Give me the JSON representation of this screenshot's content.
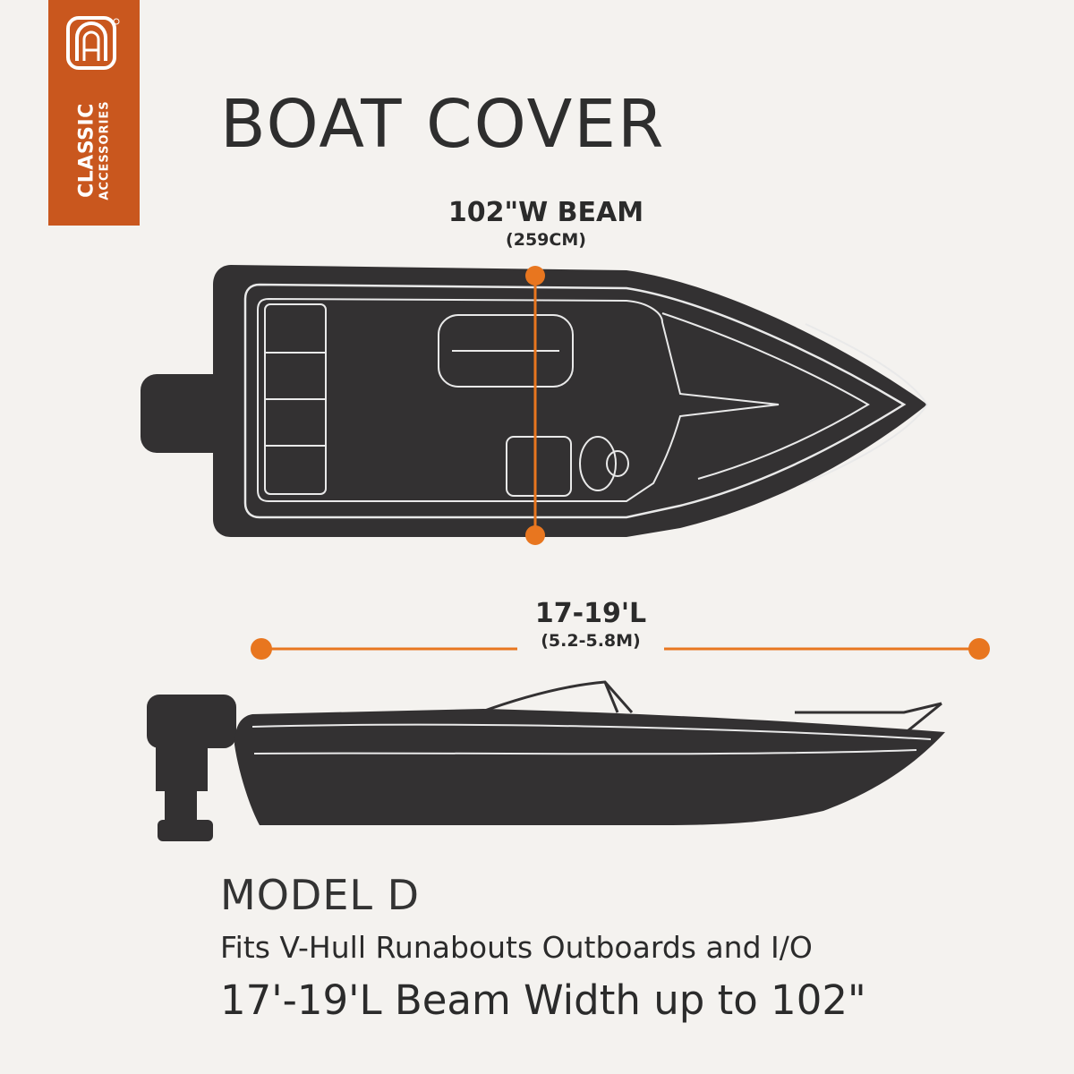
{
  "brand": {
    "name_line1": "CLASSIC",
    "name_line2": "ACCESSORIES",
    "logo_icon": "ca-logo-icon",
    "color": "#c9571e"
  },
  "title": "BOAT COVER",
  "beam": {
    "main": "102\"W BEAM",
    "metric": "(259CM)"
  },
  "length": {
    "main": "17-19'L",
    "metric": "(5.2-5.8M)"
  },
  "model": {
    "name": "MODEL D",
    "fits": "Fits V-Hull Runabouts Outboards and I/O",
    "specs": "17'-19'L Beam Width up to 102\""
  },
  "colors": {
    "accent": "#e8761f",
    "hull": "#333132",
    "background": "#f4f2ef"
  }
}
